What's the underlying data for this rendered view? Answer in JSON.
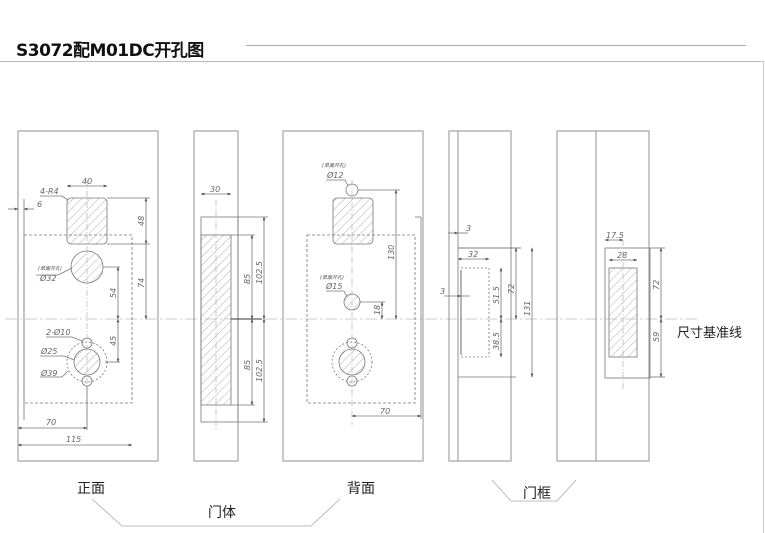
{
  "title": "S3072配M01DC开孔图",
  "labels": {
    "front": "正面",
    "back": "背面",
    "door_body": "门体",
    "door_frame": "门框",
    "datum_line": "尺寸基准线"
  },
  "front_view": {
    "dims": [
      "40",
      "4-R4",
      "6",
      "48",
      "74",
      "54",
      "45",
      "70",
      "115"
    ],
    "holes": [
      "(单面开孔)",
      "Ø32",
      "2-Ø10",
      "Ø25",
      "Ø39"
    ]
  },
  "side_view": {
    "dims": [
      "30",
      "85",
      "102.5",
      "85",
      "102.5"
    ]
  },
  "back_view": {
    "dims": [
      "130",
      "18",
      "70"
    ],
    "holes": [
      "(单面开孔)",
      "Ø12",
      "(单面开孔)",
      "Ø15"
    ]
  },
  "frame_side_view": {
    "dims": [
      "3",
      "32",
      "3",
      "51.5",
      "38.5",
      "72",
      "131"
    ]
  },
  "frame_front_view": {
    "dims": [
      "17.5",
      "28",
      "72",
      "59"
    ]
  }
}
